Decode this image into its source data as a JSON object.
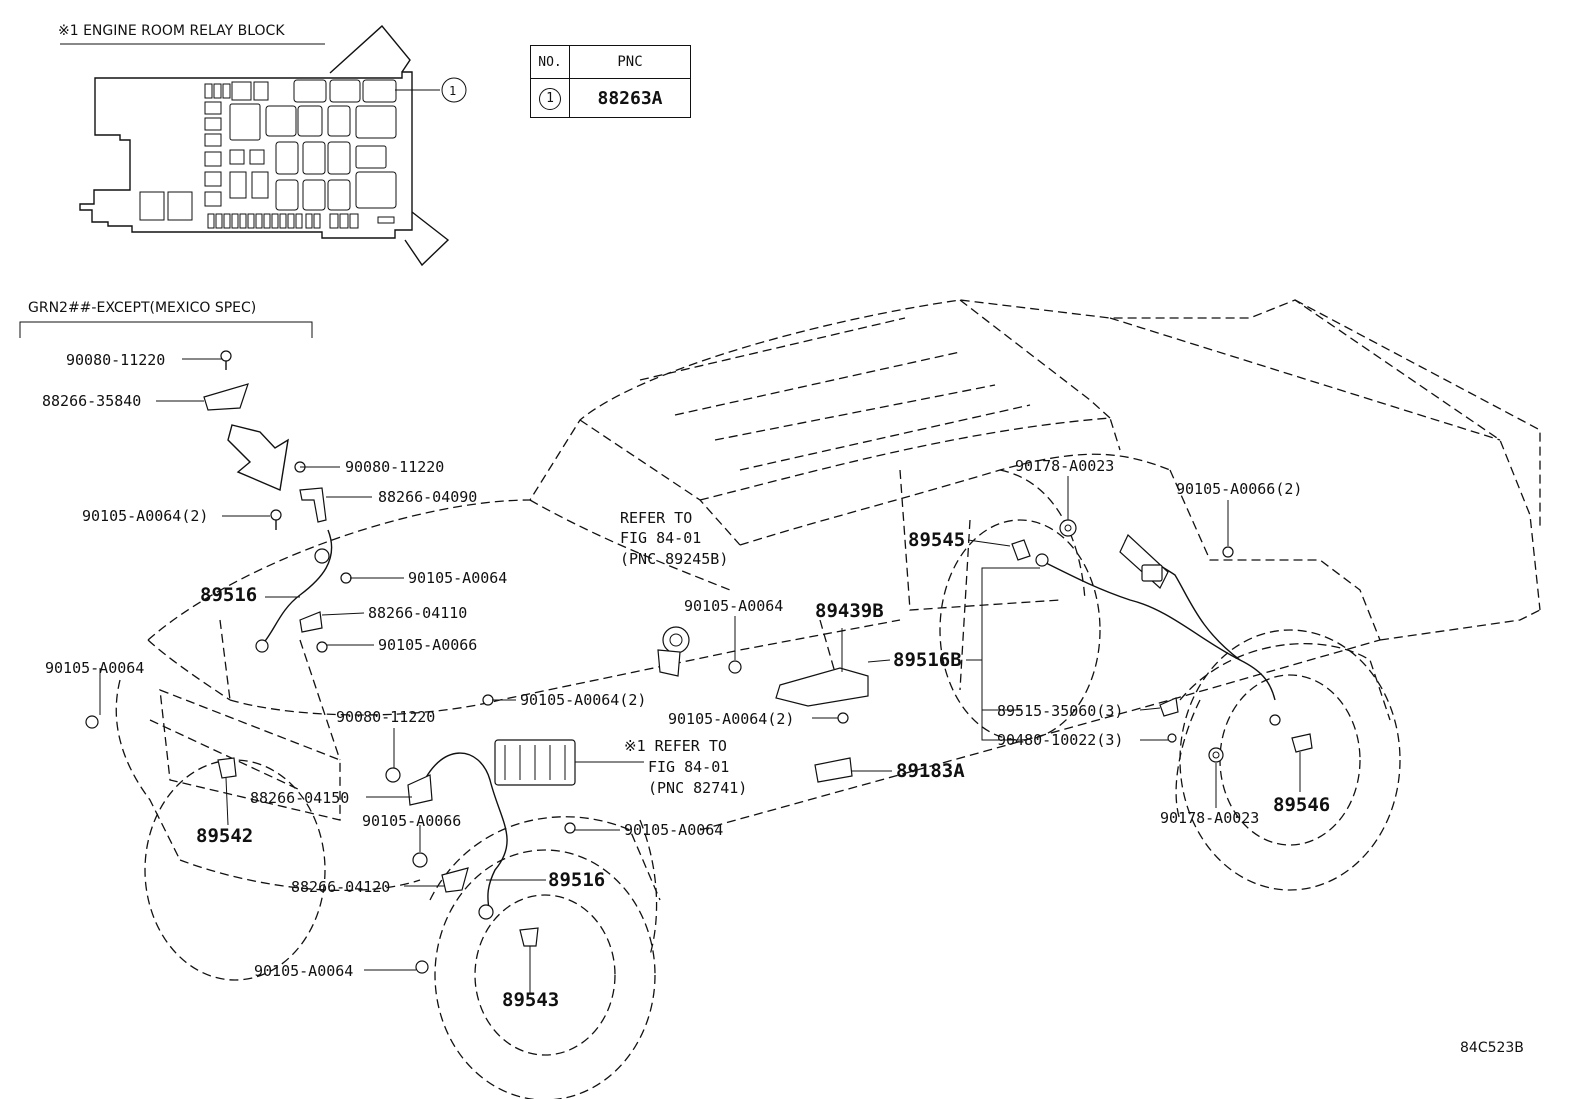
{
  "diagram": {
    "relay_block_title": "※1 ENGINE ROOM RELAY BLOCK",
    "relay_callout": "1",
    "spec_title": "GRN2##-EXCEPT(MEXICO SPEC)",
    "figure_code": "84C523B",
    "pnc_table": {
      "col_no": "NO.",
      "col_pnc": "PNC",
      "rows": [
        {
          "no": "1",
          "pnc": "88263A"
        }
      ]
    },
    "labels": {
      "l01": "90080-11220",
      "l02": "88266-35840",
      "l03": "90080-11220",
      "l04": "88266-04090",
      "l05": "90105-A0064(2)",
      "l06": "89516",
      "l07": "90105-A0064",
      "l08": "88266-04110",
      "l09": "90105-A0066",
      "l10": "90105-A0064",
      "l11": "90105-A0064(2)",
      "l12": "90080-11220",
      "l13": "88266-04150",
      "l14": "89542",
      "l15": "90105-A0066",
      "l16": "90105-A0064",
      "l17": "88266-04120",
      "l18": "89516",
      "l19": "90105-A0064",
      "l20": "89543",
      "l21": "90105-A0064",
      "l22": "89439B",
      "l23": "89516B",
      "l24": "90105-A0064(2)",
      "l25": "89183A",
      "l26": "90178-A0023",
      "l27": "89545",
      "l28": "90105-A0066(2)",
      "l29": "89515-35060(3)",
      "l30": "90480-10022(3)",
      "l31": "90178-A0023",
      "l32": "89546"
    },
    "refer1": {
      "l1": "REFER TO",
      "l2": "FIG 84-01",
      "l3": "(PNC 89245B)"
    },
    "refer2": {
      "l1": "※1 REFER TO",
      "l2": "FIG 84-01",
      "l3": "(PNC 82741)"
    }
  }
}
